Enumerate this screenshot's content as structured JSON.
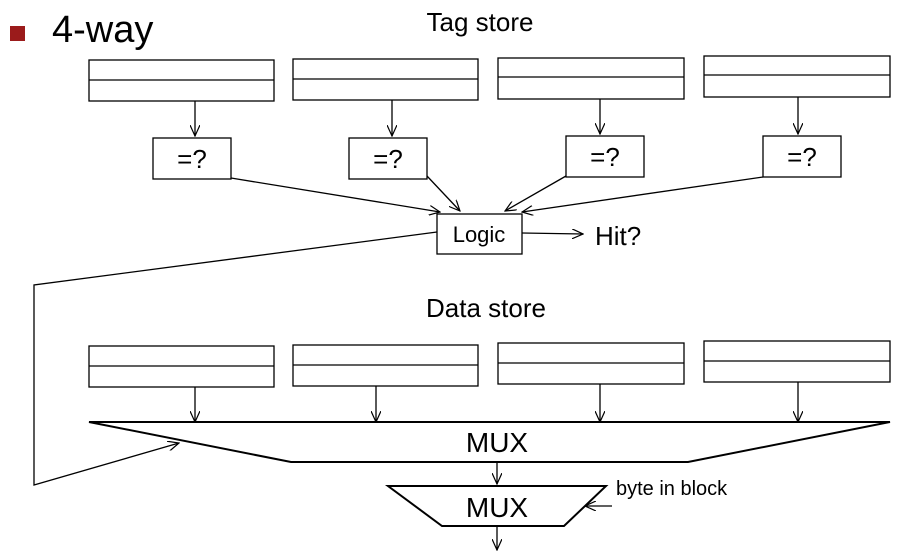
{
  "heading": {
    "text": "4-way",
    "bullet_color": "#9b1b1b"
  },
  "tag_store": {
    "title": "Tag store",
    "ways": 4
  },
  "comparators": [
    "=?",
    "=?",
    "=?",
    "=?"
  ],
  "logic": {
    "label": "Logic",
    "output_label": "Hit?"
  },
  "data_store": {
    "title": "Data store",
    "ways": 4
  },
  "mux_wide": {
    "label": "MUX"
  },
  "mux_small": {
    "label": "MUX",
    "select_label": "byte in block"
  }
}
